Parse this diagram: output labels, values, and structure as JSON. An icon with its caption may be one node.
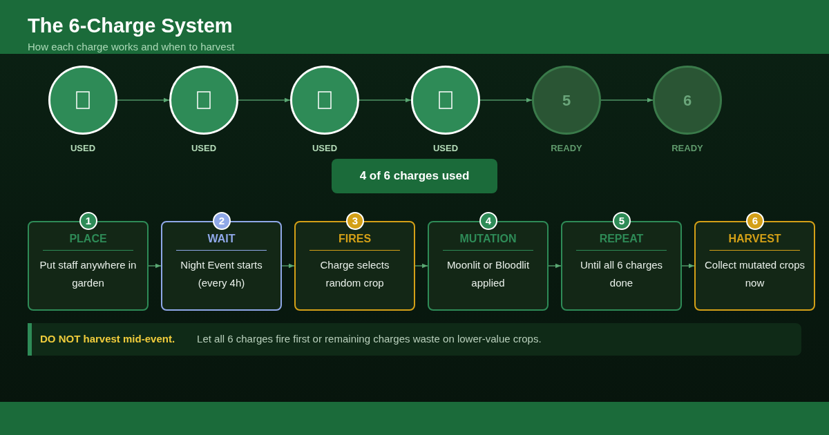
{
  "diagram": {
    "title": "The 6-Charge System",
    "nodes": [
      {
        "text": [],
        "shape": "circle",
        "beside": [
          "USED"
        ]
      },
      {
        "text": [],
        "shape": "circle",
        "beside": [
          "USED"
        ]
      },
      {
        "text": [],
        "shape": "circle",
        "beside": [
          "USED"
        ]
      },
      {
        "text": [],
        "shape": "circle",
        "beside": [
          "USED"
        ]
      },
      {
        "text": [
          "5"
        ],
        "beside": [
          "READY"
        ]
      },
      {
        "text": [
          "6"
        ],
        "beside": [
          "READY"
        ]
      },
      {
        "text": [
          "4 of 6 charges used"
        ]
      },
      {
        "text": [
          "1"
        ]
      },
      {
        "text": [
          "PLACE",
          "Put staff anywhere in garden"
        ]
      },
      {
        "text": [
          "2"
        ]
      },
      {
        "text": [
          "WAIT",
          "Night Event starts (every 4h)"
        ]
      },
      {
        "text": [
          "3"
        ]
      },
      {
        "text": [
          "FIRES",
          "Charge selects random crop"
        ]
      },
      {
        "text": [
          "4"
        ]
      },
      {
        "text": [
          "MUTATION",
          "Moonlit or Bloodlit applied"
        ]
      },
      {
        "text": [
          "5"
        ]
      },
      {
        "text": [
          "REPEAT",
          "Until all 6 charges done"
        ]
      },
      {
        "text": [
          "6"
        ]
      },
      {
        "text": [
          "HARVEST",
          "Collect mutated crops now"
        ]
      },
      {
        "text": [
          "DO NOT harvest mid-event.",
          "Let all 6 charges fire first or remaining charges waste on lower-value crops."
        ]
      }
    ],
    "edges": [
      {
        "from": 0,
        "to": 1,
        "arrow": "to"
      },
      {
        "from": 1,
        "to": 2,
        "arrow": "to"
      },
      {
        "from": 2,
        "to": 3,
        "arrow": "to"
      },
      {
        "from": 3,
        "to": 4,
        "arrow": "to"
      },
      {
        "from": 4,
        "to": 5,
        "arrow": "to"
      },
      {
        "from": 8,
        "to": 10,
        "arrow": "to"
      },
      {
        "from": 10,
        "to": 12,
        "arrow": "to"
      },
      {
        "from": 12,
        "to": 14,
        "arrow": "to"
      },
      {
        "from": 14,
        "to": 16,
        "arrow": "to"
      },
      {
        "from": 16,
        "to": 18,
        "arrow": "to"
      }
    ],
    "labels": [
      "How each charge works and when to harvest"
    ]
  }
}
